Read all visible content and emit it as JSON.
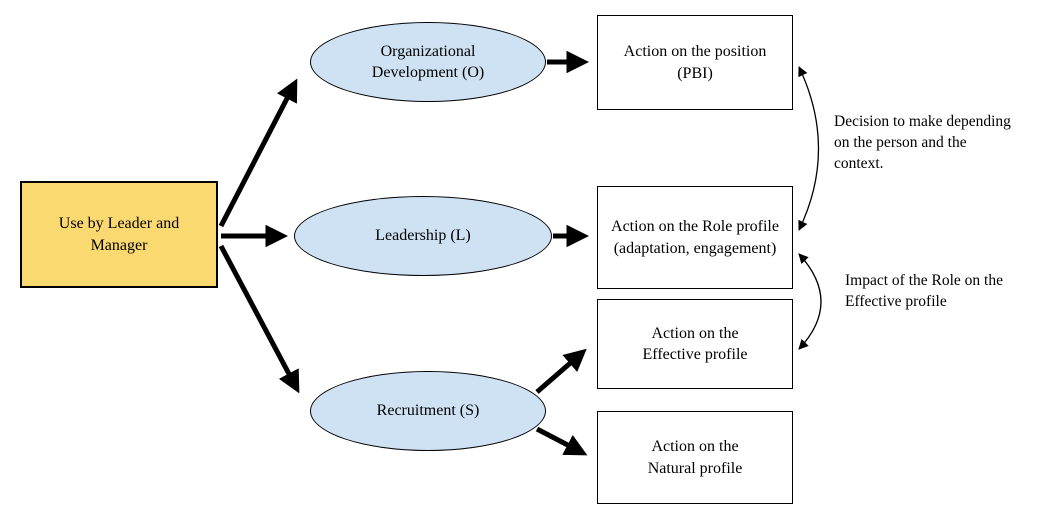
{
  "diagram": {
    "source": {
      "label": "Use by Leader and Manager"
    },
    "processes": [
      {
        "label": "Organizational Development (O)"
      },
      {
        "label": "Leadership (L)"
      },
      {
        "label": "Recruitment (S)"
      }
    ],
    "actions": [
      {
        "label": "Action on the position (PBI)"
      },
      {
        "label": "Action on the Role profile (adaptation, engagement)"
      },
      {
        "label": "Action on the Effective profile"
      },
      {
        "label": "Action on the Natural profile"
      }
    ],
    "annotations": [
      {
        "text": "Decision to make depending on the person and the context."
      },
      {
        "text": "Impact of the Role on the Effective profile"
      }
    ],
    "colors": {
      "source_fill": "#FBD971",
      "process_fill": "#CFE2F3",
      "action_fill": "#FFFFFF",
      "stroke": "#000000"
    }
  }
}
